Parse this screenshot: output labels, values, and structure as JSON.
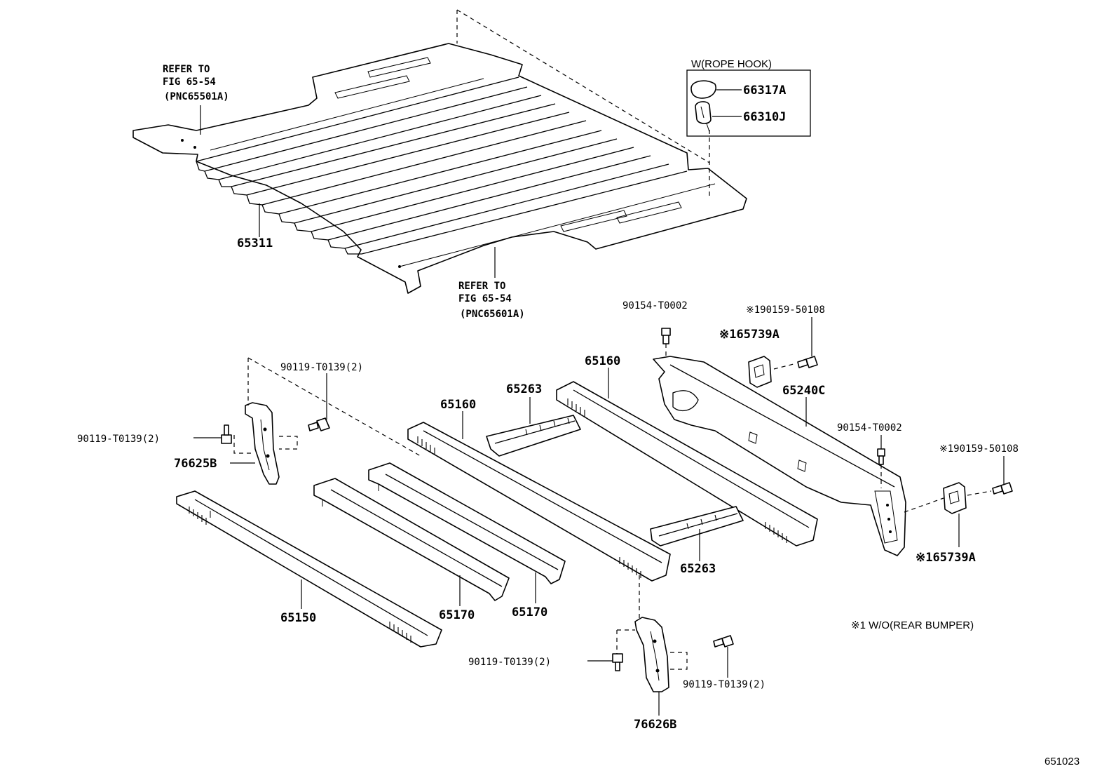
{
  "diagram": {
    "refer_top": {
      "line1": "REFER TO",
      "line2": "FIG 65-54",
      "line3": "(PNC65501A)"
    },
    "refer_bottom": {
      "line1": "REFER TO",
      "line2": "FIG 65-54",
      "line3": "(PNC65601A)"
    },
    "rope_hook_box": {
      "title": "W(ROPE HOOK)",
      "part_a": "66317A",
      "part_b": "66310J"
    },
    "parts": {
      "floor_panel": "65311",
      "bolt_top_left": "90119-T0139(2)",
      "bolt_left": "90119-T0139(2)",
      "bracket_left": "76625B",
      "sill_long": "65150",
      "crossmember_a": "65170",
      "crossmember_b": "65170",
      "sill_mid": "65160",
      "sill_right": "65160",
      "bracket_top": "65263",
      "bracket_bottom": "65263",
      "screw_top": "90154-T0002",
      "screw_right": "90154-T0002",
      "rear_member": "65240C",
      "marked_pad_top": "※165739A",
      "marked_bolt_top": "※190159-50108",
      "marked_bolt_right": "※190159-50108",
      "marked_pad_right": "※165739A",
      "bolt_bottom_left": "90119-T0139(2)",
      "bolt_bottom_right": "90119-T0139(2)",
      "bracket_right": "76626B"
    },
    "footnote": "※1 W/O(REAR BUMPER)",
    "figure_id": "651023"
  }
}
